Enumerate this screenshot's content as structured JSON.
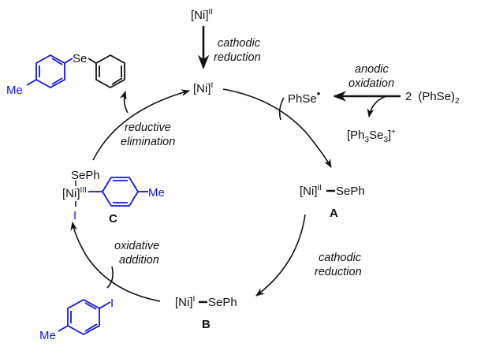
{
  "diagram": {
    "type": "catalytic-cycle",
    "accent_color": "#1414e6",
    "line_color": "#111111",
    "species": {
      "ni_precatalyst": {
        "base": "[Ni]",
        "ox": "II"
      },
      "ni_active": {
        "base": "[Ni]",
        "ox": "I"
      },
      "intermediate_A": {
        "base": "[Ni]",
        "ox": "II",
        "ligand": "SePh",
        "label": "A"
      },
      "intermediate_B": {
        "base": "[Ni]",
        "ox": "I",
        "ligand": "SePh",
        "label": "B"
      },
      "intermediate_C": {
        "base": "[Ni]",
        "ox": "III",
        "top_ligand": "SePh",
        "bottom_ligand": "I",
        "aryl_sub": "Me",
        "label": "C"
      },
      "radical": {
        "text": "PhSe",
        "dot": "•"
      },
      "diselenide": {
        "coef": "2",
        "text": "(PhSe)",
        "sub": "2"
      },
      "byproduct": {
        "pre": "[Ph",
        "sub1": "3",
        "mid": "Se",
        "sub2": "3",
        "post": "]",
        "charge": "+"
      },
      "aryl_iodide": {
        "sub": "Me",
        "halide": "I"
      },
      "product": {
        "sub": "Me",
        "bridge": "Se"
      }
    },
    "steps": {
      "activation": [
        "cathodic",
        "reduction"
      ],
      "anodic": [
        "anodic",
        "oxidation"
      ],
      "reduction_A_B": [
        "cathodic",
        "reduction"
      ],
      "oxidative_addition": [
        "oxidative",
        "addition"
      ],
      "reductive_elimination": [
        "reductive",
        "elimination"
      ]
    }
  }
}
